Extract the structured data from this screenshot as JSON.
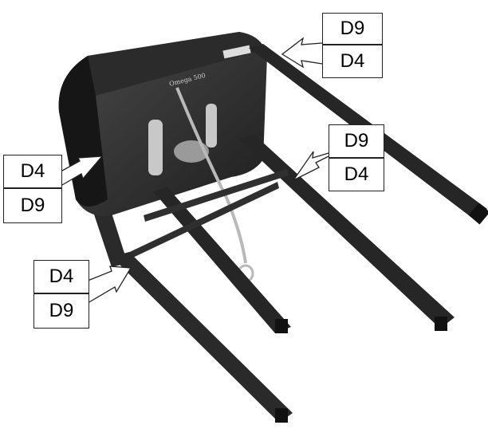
{
  "figure": {
    "colors": {
      "frame": "#262626",
      "housing": "#3a3a3a",
      "housing_dark": "#1c1c1c",
      "callout": "#222222",
      "cable": "#b9b9b9"
    },
    "housing": {
      "brand": "Omega 500"
    },
    "callouts": [
      {
        "id": "top-right",
        "upper": "D9",
        "lower": "D4"
      },
      {
        "id": "mid-right",
        "upper": "D9",
        "lower": "D4"
      },
      {
        "id": "left",
        "upper": "D4",
        "lower": "D9"
      },
      {
        "id": "lower-left",
        "upper": "D4",
        "lower": "D9"
      }
    ]
  }
}
